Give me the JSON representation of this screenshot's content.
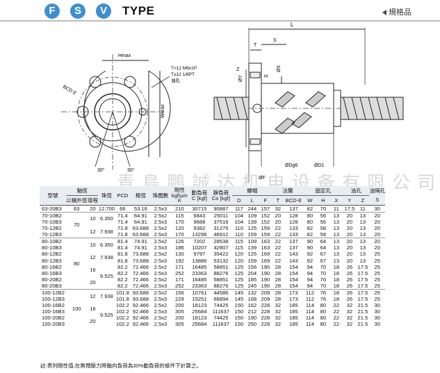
{
  "header": {
    "badges": [
      "F",
      "S",
      "V"
    ],
    "title": "TYPE",
    "note": "規格品"
  },
  "watermark": "青島鵬誠达机电设备有限公司",
  "drawing": {
    "labels": {
      "hmax": "Hmax",
      "wmax": "Wmax",
      "bcd": "BCD E",
      "angle1": "30°",
      "angle2": "30°",
      "note1": "T<12  M6x1P",
      "note2": "T≥12  1/8PT",
      "note3": "油孔",
      "L": "L",
      "T": "T",
      "S": "S",
      "X": "ØX",
      "Y": "ØY",
      "Z": "Z",
      "H": "H",
      "Dg6": "ØDg6",
      "D1": "ØD1",
      "F": "ØF"
    }
  },
  "table": {
    "head": {
      "model": "型號",
      "shaft": "軸徑",
      "od": "公稱外徑",
      "lead": "導程",
      "ball": "珠徑",
      "pcd": "PCD",
      "root": "根徑",
      "turns": "珠圈數",
      "rigidity": "剛性 kgf/μm K",
      "dyn": "動負荷 C [kgf]",
      "stat": "靜負荷 Co [kgf]",
      "nut": "螺帽",
      "flange": "法蘭",
      "fix": "固定孔",
      "oil": "油孔",
      "oil_sub": "油隔孔",
      "D": "D",
      "L": "L",
      "F": "F",
      "T": "T",
      "BCDE": "BCD-E",
      "W": "W",
      "H": "H",
      "X": "X",
      "Y": "Y",
      "Z": "Z",
      "S": "S"
    },
    "rows": [
      [
        "63-20B3",
        "63",
        "20",
        "12.700",
        "66",
        "53.16",
        "2.5x3",
        "210",
        "30715",
        "90887",
        "117",
        "244",
        "157",
        "32",
        "137",
        "82",
        "70",
        "11",
        "17.5",
        "11",
        "30"
      ],
      [
        "70-10B2",
        "",
        "",
        "",
        "71.4",
        "64.91",
        "2.5x2",
        "115",
        "6843",
        "25011",
        "104",
        "109",
        "152",
        "20",
        "128",
        "80",
        "56",
        "13",
        "20",
        "13",
        "20"
      ],
      [
        "70-10B3",
        "",
        "",
        "",
        "71.4",
        "64.91",
        "2.5x3",
        "170",
        "9688",
        "37516",
        "104",
        "139",
        "152",
        "20",
        "128",
        "80",
        "56",
        "13",
        "20",
        "13",
        "20"
      ],
      [
        "70-12B2",
        "",
        "",
        "",
        "71.8",
        "63.688",
        "2.5x2",
        "120",
        "9382",
        "31275",
        "110",
        "125",
        "159",
        "22",
        "133",
        "82",
        "58",
        "13",
        "20",
        "13",
        "20"
      ],
      [
        "70-12B3",
        "",
        "",
        "",
        "71.8",
        "63.688",
        "2.5x3",
        "170",
        "13296",
        "46912",
        "110",
        "159",
        "159",
        "22",
        "133",
        "82",
        "58",
        "13",
        "20",
        "13",
        "20"
      ],
      [
        "80-10B2",
        "",
        "",
        "",
        "81.4",
        "74.91",
        "2.5x2",
        "126",
        "7202",
        "28538",
        "115",
        "109",
        "163",
        "22",
        "137",
        "90",
        "64",
        "13",
        "20",
        "13",
        "20"
      ],
      [
        "80-10B3",
        "",
        "",
        "",
        "81.4",
        "74.91",
        "2.5x3",
        "186",
        "10207",
        "42807",
        "115",
        "139",
        "163",
        "22",
        "137",
        "90",
        "64",
        "13",
        "20",
        "13",
        "20"
      ],
      [
        "80-12B2",
        "",
        "",
        "",
        "81.8",
        "73.688",
        "2.5x2",
        "130",
        "9797",
        "35422",
        "120",
        "125",
        "169",
        "22",
        "143",
        "92",
        "67",
        "13",
        "20",
        "13",
        "25"
      ],
      [
        "80-12B3",
        "",
        "",
        "",
        "81.8",
        "73.688",
        "2.5x3",
        "192",
        "13886",
        "53132",
        "120",
        "159",
        "169",
        "22",
        "143",
        "92",
        "67",
        "13",
        "20",
        "13",
        "25"
      ],
      [
        "80-16B2",
        "",
        "",
        "",
        "82.2",
        "72.466",
        "2.5x2",
        "171",
        "16485",
        "58851",
        "125",
        "156",
        "190",
        "28",
        "154",
        "94",
        "70",
        "18",
        "26",
        "17.5",
        "25"
      ],
      [
        "80-16B3",
        "",
        "",
        "",
        "82.2",
        "72.466",
        "2.5x3",
        "252",
        "23363",
        "88276",
        "125",
        "204",
        "190",
        "28",
        "154",
        "94",
        "70",
        "18",
        "26",
        "17.5",
        "25"
      ],
      [
        "80-20B2",
        "",
        "",
        "",
        "82.2",
        "72.466",
        "2.5x2",
        "171",
        "16485",
        "58851",
        "125",
        "185",
        "190",
        "28",
        "154",
        "94",
        "70",
        "18",
        "26",
        "17.5",
        "25"
      ],
      [
        "80-20B3",
        "",
        "",
        "",
        "82.2",
        "72.466",
        "2.5x3",
        "252",
        "23363",
        "88276",
        "125",
        "245",
        "190",
        "28",
        "154",
        "94",
        "70",
        "18",
        "26",
        "17.5",
        "25"
      ],
      [
        "100-12B2",
        "",
        "",
        "",
        "101.8",
        "93.688",
        "2.5x2",
        "156",
        "10761",
        "44586",
        "145",
        "132",
        "209",
        "28",
        "173",
        "112",
        "76",
        "18",
        "26",
        "17.5",
        "25"
      ],
      [
        "100-12B3",
        "",
        "",
        "",
        "101.8",
        "93.688",
        "2.5x3",
        "229",
        "15251",
        "66894",
        "145",
        "168",
        "209",
        "28",
        "173",
        "112",
        "76",
        "18",
        "26",
        "17.5",
        "25"
      ],
      [
        "100-16B2",
        "",
        "",
        "",
        "102.2",
        "92.466",
        "2.5x2",
        "200",
        "18123",
        "74425",
        "150",
        "162",
        "228",
        "32",
        "185",
        "114",
        "80",
        "22",
        "32",
        "21.5",
        "30"
      ],
      [
        "100-16B3",
        "",
        "",
        "",
        "102.2",
        "92.466",
        "2.5x3",
        "305",
        "25684",
        "111637",
        "150",
        "212",
        "228",
        "32",
        "185",
        "114",
        "80",
        "22",
        "32",
        "21.5",
        "30"
      ],
      [
        "100-20B2",
        "",
        "",
        "",
        "102.2",
        "92.466",
        "2.5x2",
        "200",
        "18123",
        "74425",
        "150",
        "190",
        "228",
        "32",
        "185",
        "114",
        "80",
        "22",
        "32",
        "21.5",
        "30"
      ],
      [
        "100-20B3",
        "",
        "",
        "",
        "102.2",
        "92.466",
        "2.5x3",
        "305",
        "25684",
        "111637",
        "150",
        "250",
        "228",
        "32",
        "185",
        "114",
        "80",
        "22",
        "32",
        "21.5",
        "30"
      ]
    ],
    "groups": {
      "od70": "70",
      "od80": "80",
      "od100": "100",
      "l10a": "10",
      "b10a": "6.350",
      "l12a": "12",
      "b12a": "7.938",
      "l10b": "10",
      "b10b": "6.350",
      "l12b": "12",
      "b12b": "7.938",
      "l16b": "16",
      "b16b": "9.525",
      "l20b": "20",
      "l12c": "12",
      "b12c": "7.938",
      "l16c": "16",
      "b16c": "9.525",
      "l20c": "20"
    }
  },
  "footnote": "註:表列剛性值,在無預壓力時軸向負荷為30%動負荷的條件下計算之。"
}
